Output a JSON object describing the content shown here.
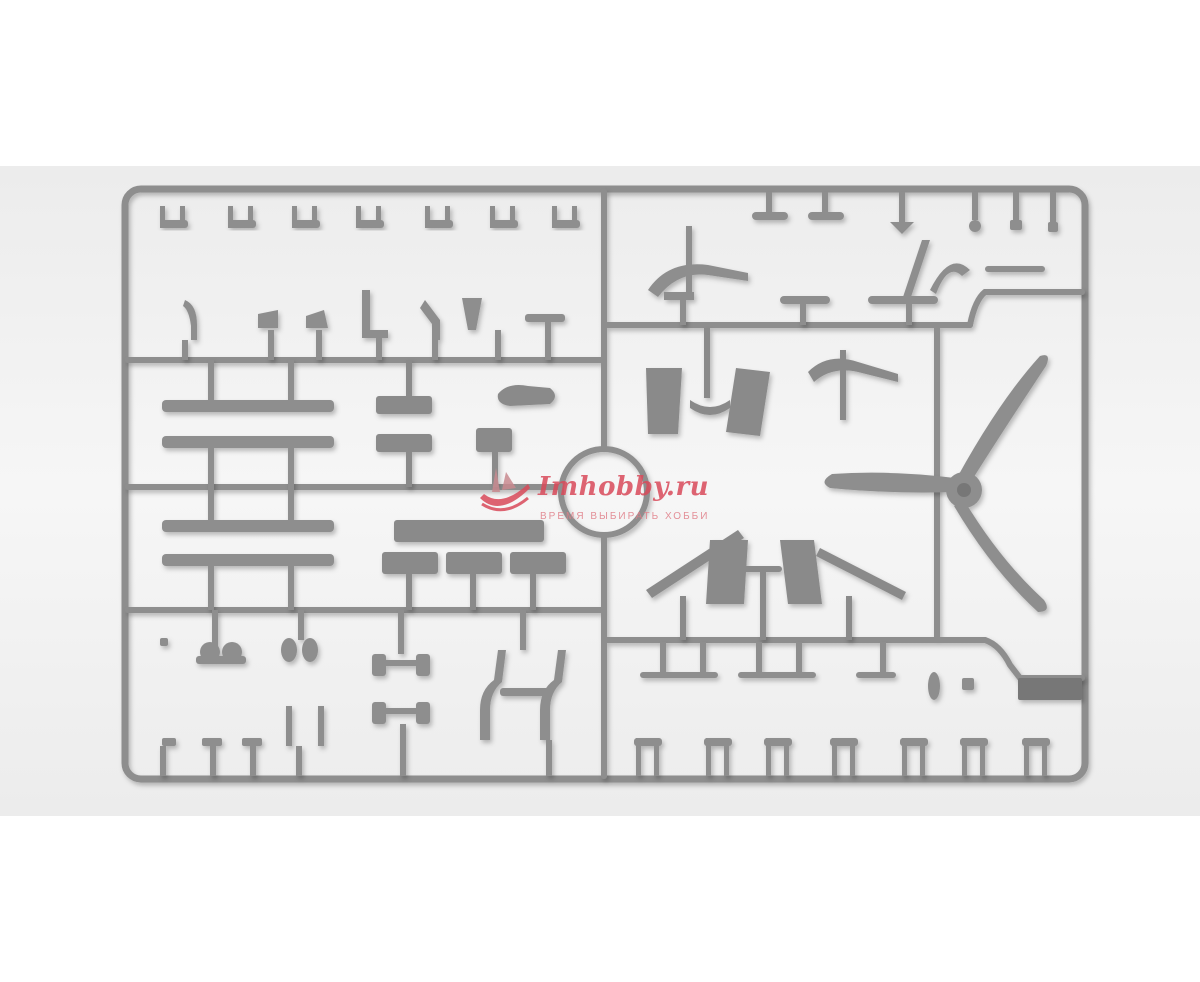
{
  "image": {
    "subject": "plastic-model-kit-sprue",
    "colors": {
      "background": "#ffffff",
      "backdrop": "#efefef",
      "plastic": "#8e8e8e",
      "plastic_dark": "#777777",
      "watermark": "#d94a5a"
    }
  },
  "watermark": {
    "logo_text": "Imhobby.ru",
    "slogan": "ВРЕМЯ ВЫБИРАТЬ  ХОББИ"
  }
}
